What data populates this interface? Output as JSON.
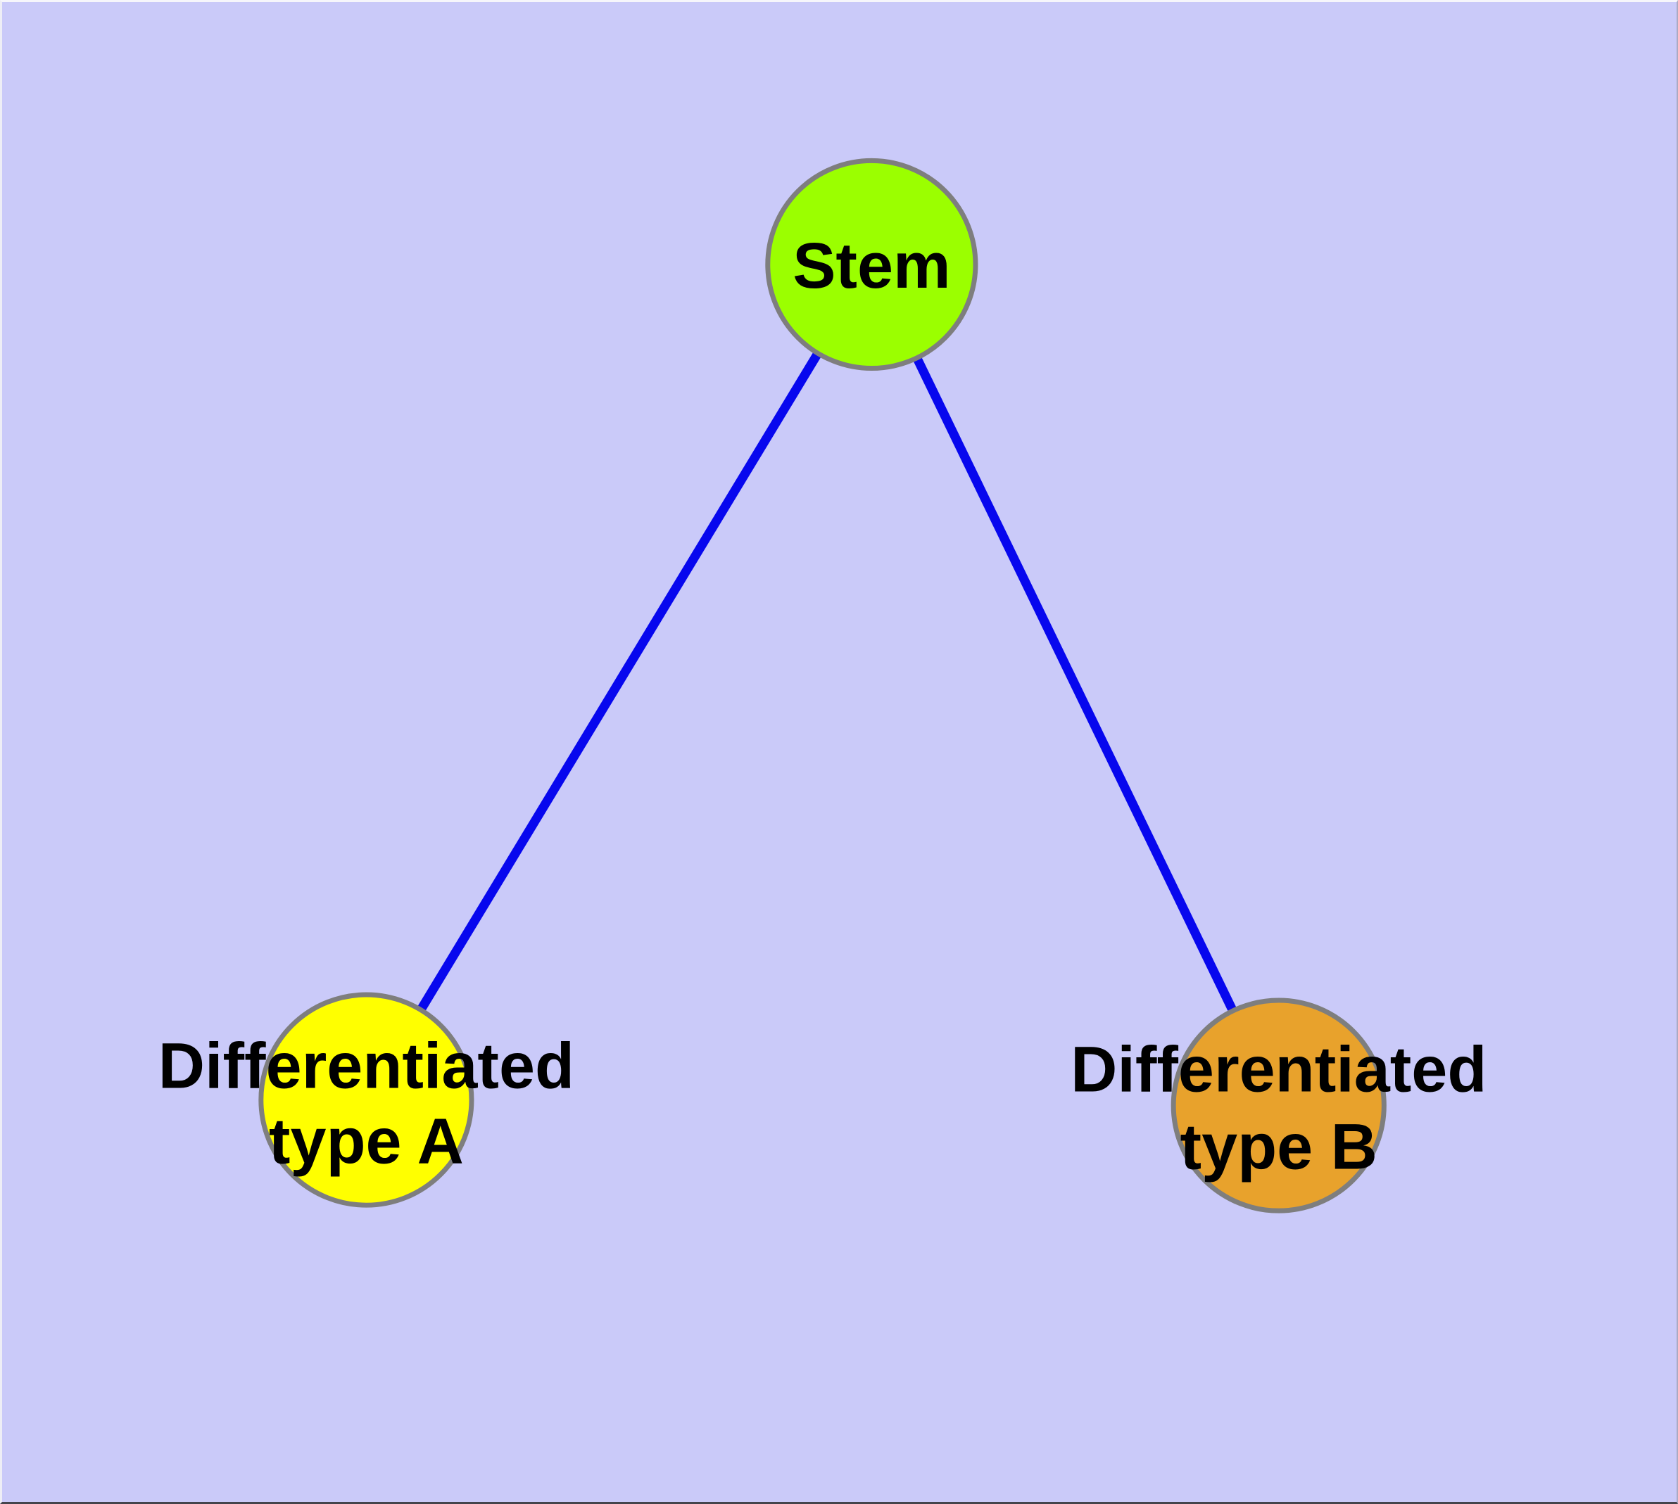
{
  "window": {
    "background_color": "#cacaf9",
    "frame_highlight_color": "#f6f6fb",
    "frame_shadow_color": "#44444c"
  },
  "diagram": {
    "type": "node-link-graph",
    "description": "Cell differentiation hierarchy: one stem node connected to two differentiated type nodes",
    "edge_color": "#0707ee",
    "node_border_color": "#7e7e7e",
    "label_color": "#000000",
    "nodes": [
      {
        "id": "stem",
        "label": "Stem",
        "lines": [
          "Stem"
        ],
        "fill": "#9bff00"
      },
      {
        "id": "differentiated-type-a",
        "label": "Differentiated type A",
        "lines": [
          "Differentiated",
          "type A"
        ],
        "fill": "#ffff00"
      },
      {
        "id": "differentiated-type-b",
        "label": "Differentiated type B",
        "lines": [
          "Differentiated",
          "type B"
        ],
        "fill": "#e8a22c"
      }
    ],
    "edges": [
      {
        "from": "Stem",
        "to": "Differentiated type A"
      },
      {
        "from": "Stem",
        "to": "Differentiated type B"
      }
    ]
  }
}
